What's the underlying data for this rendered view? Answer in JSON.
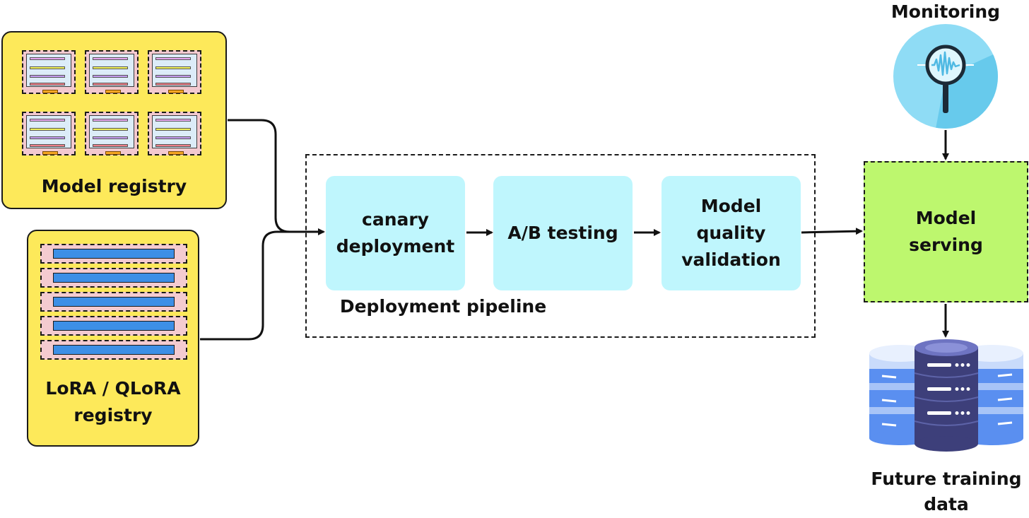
{
  "model_registry": {
    "label": "Model registry"
  },
  "lora_registry": {
    "label_line1": "LoRA / QLoRA",
    "label_line2": "registry"
  },
  "pipeline": {
    "label": "Deployment pipeline",
    "stages": [
      {
        "line1": "canary",
        "line2": "deployment"
      },
      {
        "line1": "A/B testing"
      },
      {
        "line1": "Model",
        "line2": "quality",
        "line3": "validation"
      }
    ]
  },
  "serving": {
    "line1": "Model",
    "line2": "serving"
  },
  "monitoring": {
    "label": "Monitoring",
    "icon": "magnifier-waveform-icon"
  },
  "training_data": {
    "line1": "Future training",
    "line2": "data",
    "icon": "database-servers-icon"
  },
  "colors": {
    "registry": "#fde95a",
    "stage": "#bff6fd",
    "serving": "#bdf76e",
    "monitoring": "#62c6ec"
  }
}
